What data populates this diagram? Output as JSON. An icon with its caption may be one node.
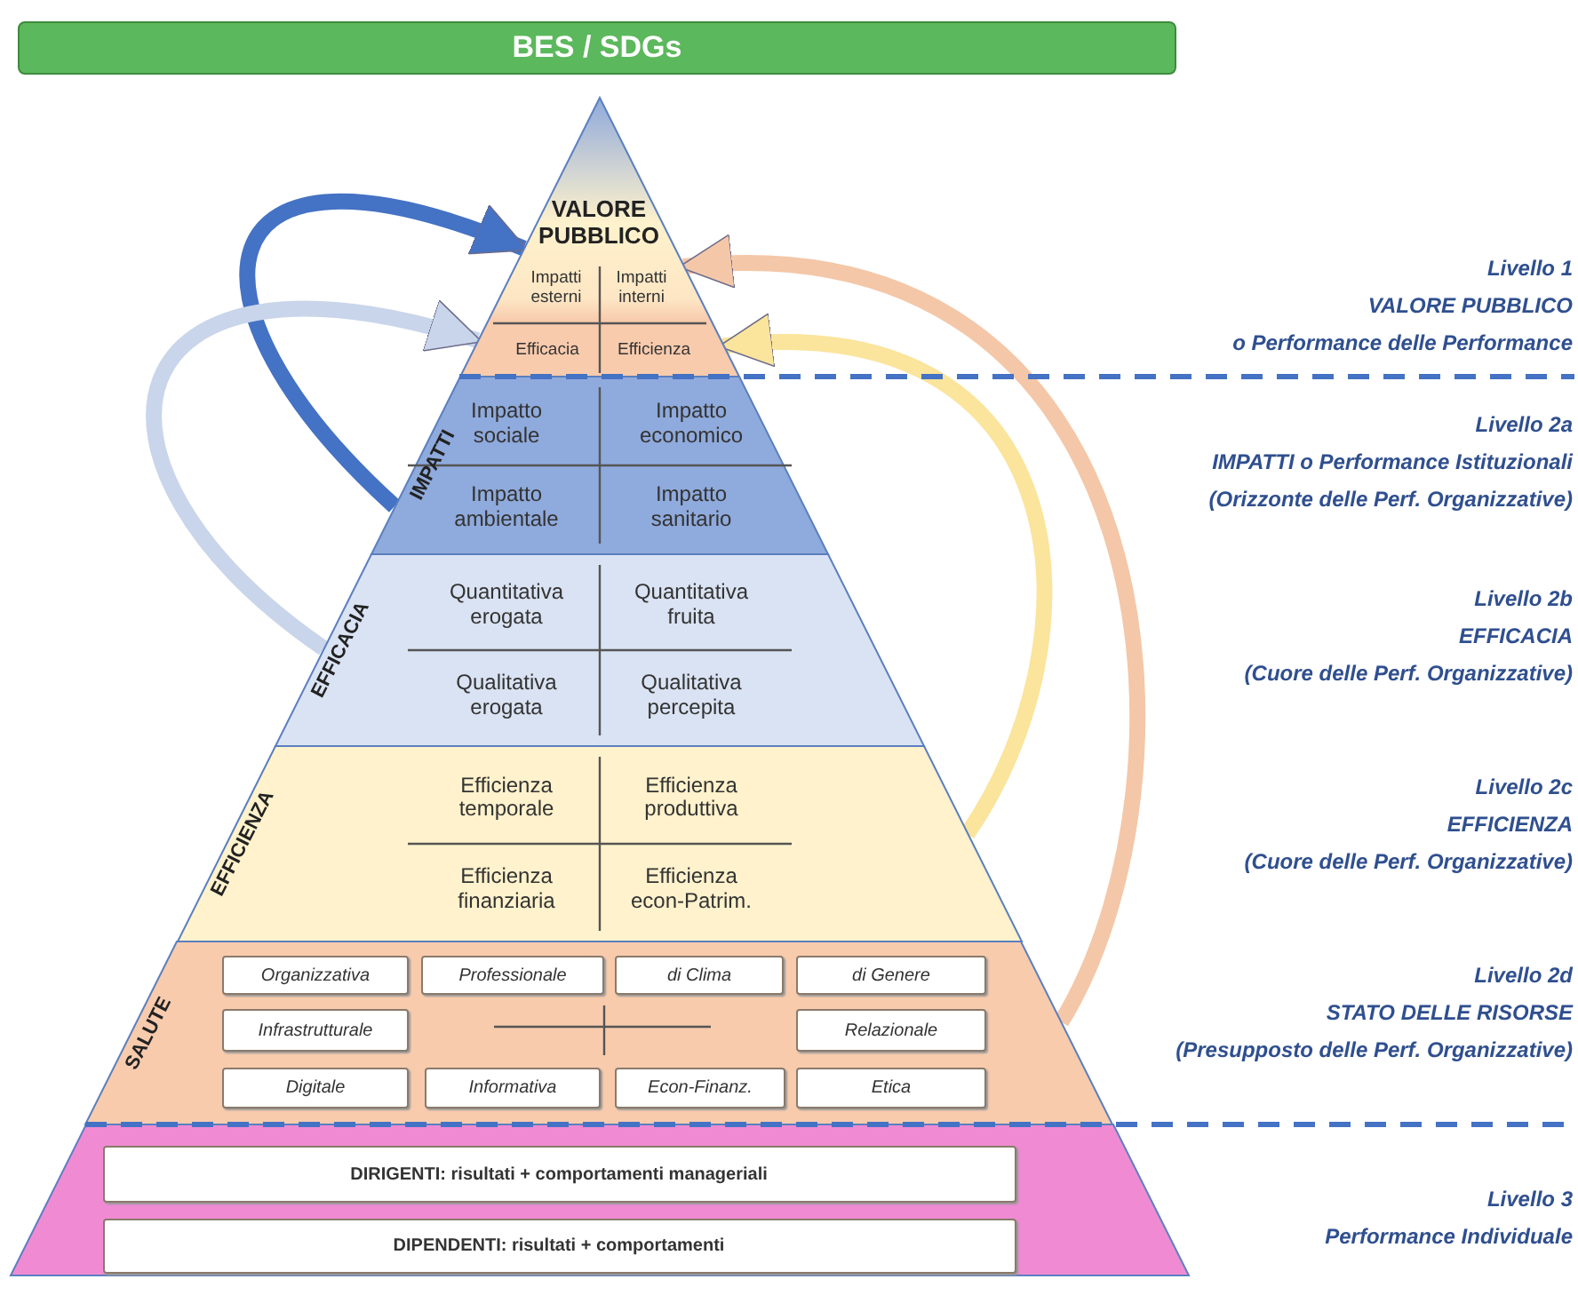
{
  "diagram": {
    "nodes": [
      {
        "text": [
          "BES / SDGs"
        ]
      },
      {
        "text": [
          "VALORE PUBBLICO",
          "Impatti esterni",
          "Impatti interni",
          "Efficacia",
          "Efficienza"
        ],
        "beside": [
          "Livello 1",
          "VALORE PUBBLICO",
          "o Performance delle Performance"
        ]
      },
      {
        "text": [
          "IMPATTI",
          "Impatto sociale",
          "Impatto economico",
          "Impatto ambientale",
          "Impatto sanitario"
        ],
        "beside": [
          "Livello 2a",
          "IMPATTI o Performance Istituzionali",
          "(Orizzonte delle Perf. Organizzative)"
        ]
      },
      {
        "text": [
          "EFFICACIA",
          "Quantitativa erogata",
          "Quantitativa fruita",
          "Qualitativa erogata",
          "Qualitativa percepita"
        ],
        "beside": [
          "Livello 2b",
          "EFFICACIA",
          "(Cuore delle Perf. Organizzative)"
        ]
      },
      {
        "text": [
          "EFFICIENZA",
          "Efficienza temporale",
          "Efficienza produttiva",
          "Efficienza finanziaria",
          "Efficienza econ-Patrim."
        ],
        "beside": [
          "Livello 2c",
          "EFFICIENZA",
          "(Cuore delle Perf. Organizzative)"
        ]
      },
      {
        "text": [
          "SALUTE"
        ],
        "beside": [
          "Livello 2d",
          "STATO DELLE RISORSE",
          "(Presupposto delle Perf. Organizzative)"
        ]
      },
      {
        "text": [
          "Organizzativa"
        ],
        "in": 5
      },
      {
        "text": [
          "Professionale"
        ],
        "in": 5
      },
      {
        "text": [
          "di Clima"
        ],
        "in": 5
      },
      {
        "text": [
          "di Genere"
        ],
        "in": 5
      },
      {
        "text": [
          "Infrastrutturale"
        ],
        "in": 5
      },
      {
        "text": [
          "Relazionale"
        ],
        "in": 5
      },
      {
        "text": [
          "Digitale"
        ],
        "in": 5
      },
      {
        "text": [
          "Informativa"
        ],
        "in": 5
      },
      {
        "text": [
          "Econ-Finanz."
        ],
        "in": 5
      },
      {
        "text": [
          "Etica"
        ],
        "in": 5
      },
      {
        "text": [],
        "shape": "box",
        "beside": [
          "Livello 3",
          "Performance Individuale"
        ]
      },
      {
        "text": [
          "DIRIGENTI: risultati + comportamenti manageriali"
        ],
        "in": 16
      },
      {
        "text": [
          "DIPENDENTI: risultati + comportamenti"
        ],
        "in": 16
      }
    ],
    "edges": [
      {
        "from": 2,
        "to": 1,
        "arrow": "to",
        "color": "#4472c4"
      },
      {
        "from": 3,
        "to": 1,
        "arrow": "to",
        "color": "#c9d5ea"
      },
      {
        "from": 5,
        "to": 1,
        "arrow": "to",
        "color": "#f4c7a8"
      },
      {
        "from": 4,
        "to": 1,
        "arrow": "to",
        "color": "#fbe49c"
      }
    ]
  }
}
